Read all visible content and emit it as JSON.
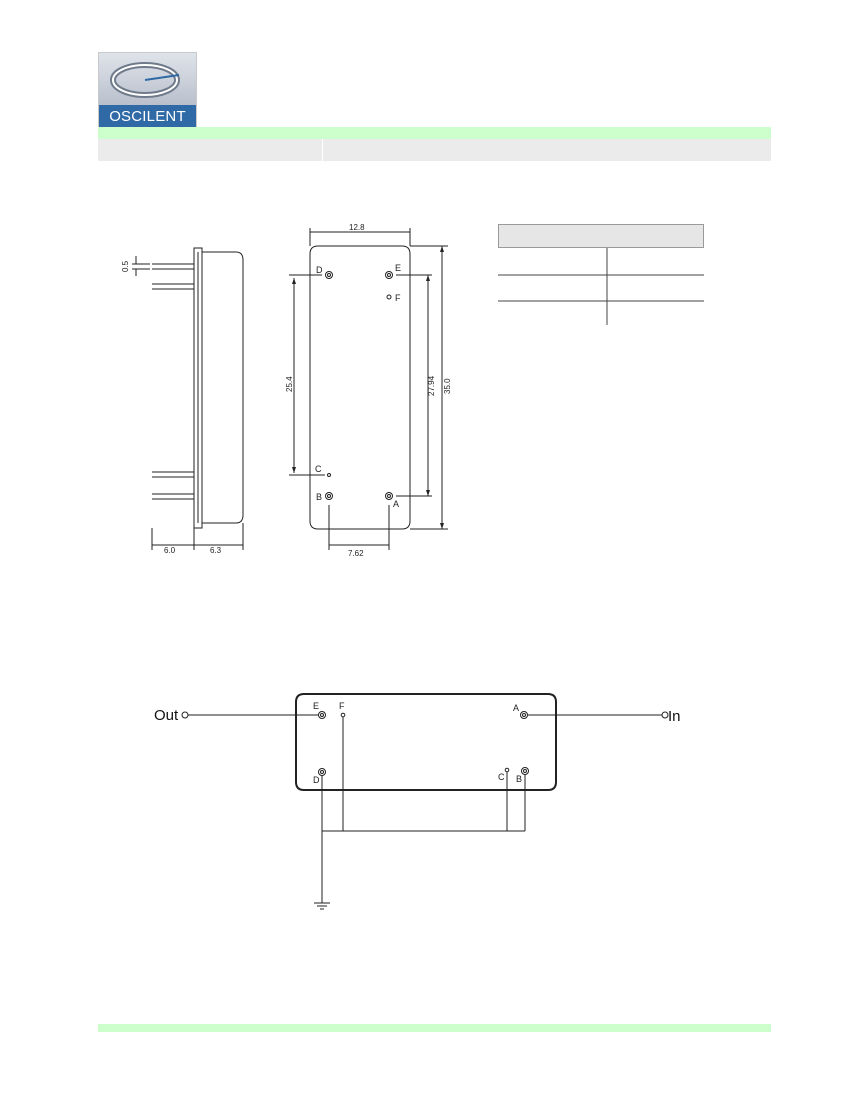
{
  "logo": {
    "text": "OSCILENT",
    "emblem": "oscilent-logo-emblem"
  },
  "colors": {
    "band_green": "#ccffcc",
    "band_grey": "#ebebeb",
    "logo_blue": "#2f6aa6",
    "line": "#222222"
  },
  "dimensions": {
    "lead_offset": "0.5",
    "width_top": "12.8",
    "pin_spacing_vertical": "25.4",
    "pin_spacing_long": "27.94",
    "body_length": "35.0",
    "lead_length": "6.0",
    "body_height": "6.3",
    "pin_spacing_horizontal": "7.62"
  },
  "pins_outline": {
    "d": "D",
    "e": "E",
    "f": "F",
    "c": "C",
    "b": "B",
    "a": "A"
  },
  "schematic": {
    "out_label": "Out",
    "in_label": "In",
    "pins": {
      "e": "E",
      "f": "F",
      "a": "A",
      "d": "D",
      "c": "C",
      "b": "B"
    }
  }
}
